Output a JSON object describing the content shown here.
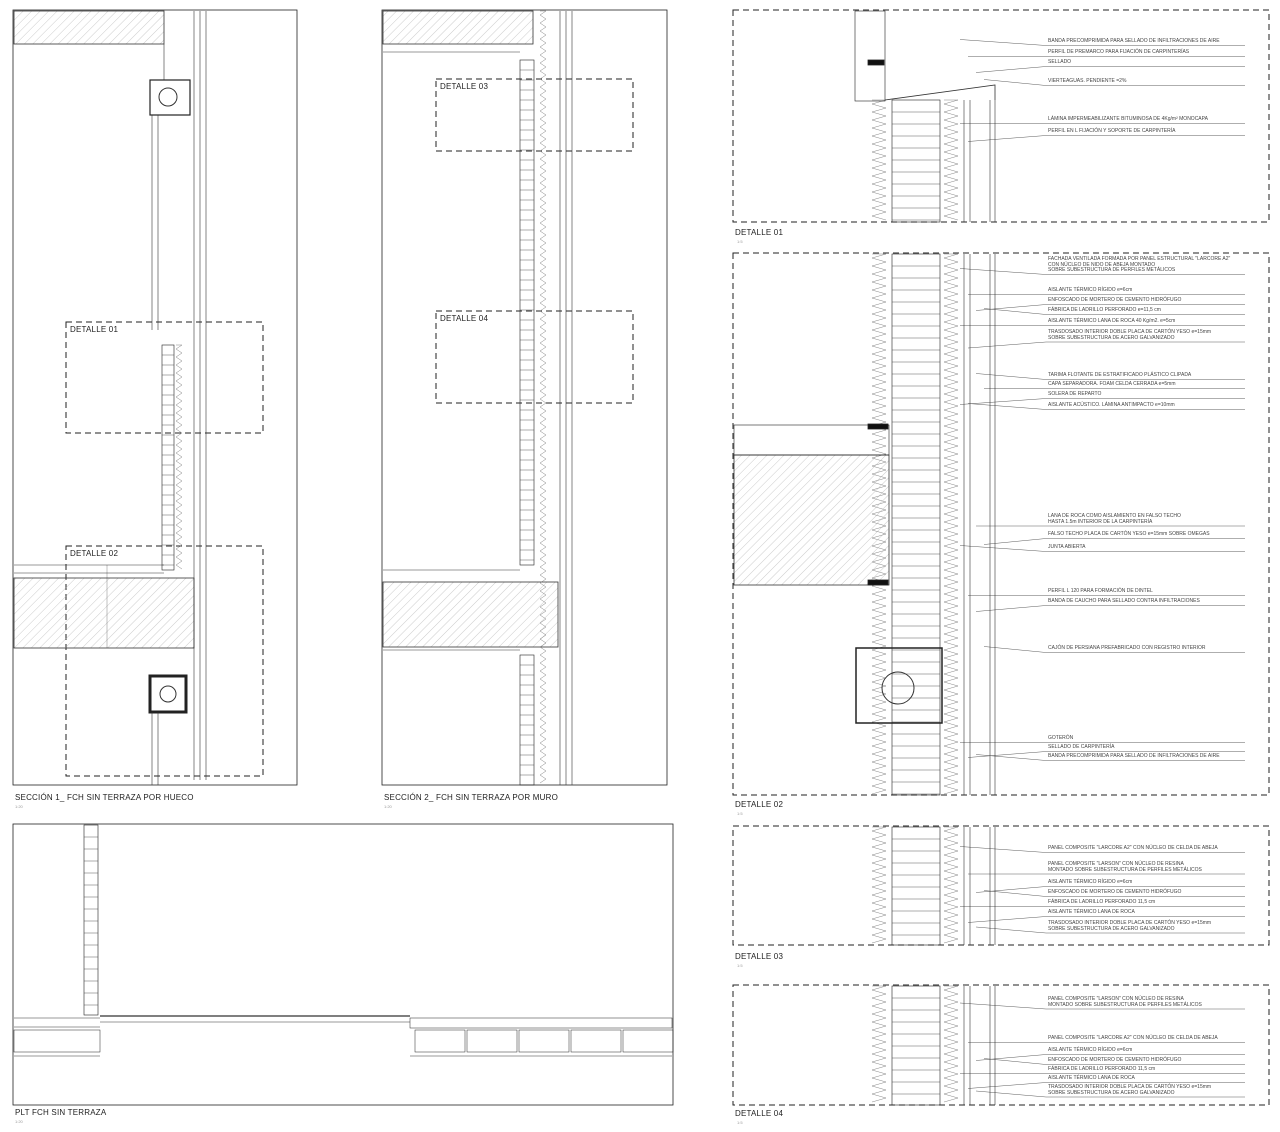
{
  "sheets": {
    "section1": {
      "title": "SECCIÓN 1_ FCH SIN TERRAZA POR HUECO",
      "scale": "1:20",
      "callouts": [
        "DETALLE 01",
        "DETALLE 02"
      ]
    },
    "section2": {
      "title": "SECCIÓN 2_ FCH SIN TERRAZA POR MURO",
      "scale": "1:20",
      "callouts": [
        "DETALLE 03",
        "DETALLE 04"
      ]
    },
    "plan": {
      "title": "PLT FCH SIN TERRAZA",
      "scale": "1:20"
    }
  },
  "details": [
    {
      "title": "DETALLE 01",
      "scale": "1:5",
      "notes": [
        "BANDA PRECOMPRIMIDA PARA SELLADO DE INFILTRACIONES DE AIRE",
        "PERFIL DE PREMARCO PARA FIJACIÓN DE CARPINTERÍAS",
        "SELLADO",
        "VIERTEAGUAS. PENDIENTE =2%",
        "LÁMINA IMPERMEABILIZANTE BITUMINOSA DE 4Kg/m² MONOCAPA",
        "PERFIL EN L FIJACIÓN Y SOPORTE DE CARPINTERÍA"
      ]
    },
    {
      "title": "DETALLE 02",
      "scale": "1:5",
      "notes": [
        "FACHADA VENTILADA FORMADA POR PANEL ESTRUCTURAL \"LARCORE A2\"\nCON NÚCLEO DE NIDO DE ABEJA MONTADO\nSOBRE SUBESTRUCTURA DE PERFILES METÁLICOS",
        "AISLANTE TÉRMICO RÍGIDO e=6cm",
        "ENFOSCADO DE MORTERO DE CEMENTO HIDRÓFUGO",
        "FÁBRICA DE LADRILLO PERFORADO e=11,5 cm",
        "AISLANTE TÉRMICO LANA DE ROCA 40 Kg/m2. e=5cm",
        "TRASDOSADO INTERIOR DOBLE PLACA DE CARTÓN YESO e=15mm\nSOBRE SUBESTRUCTURA DE ACERO GALVANIZADO",
        "TARIMA FLOTANTE DE ESTRATIFICADO PLÁSTICO CLIPADA",
        "CAPA SEPARADORA. FOAM CELDA CERRADA e=5mm",
        "SOLERA DE REPARTO",
        "AISLANTE ACÚSTICO. LÁMINA ANTIMPACTO e=10mm",
        "LANA DE ROCA COMO AISLAMIENTO EN FALSO TECHO\nHASTA 1.5m INTERIOR DE LA CARPINTERÍA",
        "FALSO TECHO PLACA DE CARTÓN YESO e=15mm SOBRE OMEGAS",
        "JUNTA ABIERTA",
        "PERFIL L 120 PARA FORMACIÓN DE DINTEL",
        "BANDA DE CAUCHO PARA SELLADO CONTRA INFILTRACIONES",
        "CAJÓN DE PERSIANA PREFABRICADO CON REGISTRO INTERIOR",
        "GOTERÓN",
        "SELLADO DE CARPINTERÍA",
        "BANDA PRECOMPRIMIDA PARA SELLADO DE INFILTRACIONES DE AIRE"
      ]
    },
    {
      "title": "DETALLE 03",
      "scale": "1:5",
      "notes": [
        "PANEL COMPOSITE \"LARCORE A2\" CON NÚCLEO DE CELDA DE ABEJA",
        "PANEL COMPOSITE \"LARSON\" CON NÚCLEO DE RESINA\nMONTADO SOBRE SUBESTRUCTURA DE PERFILES METÁLICOS",
        "AISLANTE TÉRMICO RÍGIDO e=6cm",
        "ENFOSCADO DE MORTERO DE CEMENTO HIDRÓFUGO",
        "FÁBRICA DE LADRILLO PERFORADO 11,5 cm",
        "AISLANTE TÉRMICO LANA DE ROCA",
        "TRASDOSADO INTERIOR DOBLE PLACA DE CARTÓN YESO e=15mm\nSOBRE SUBESTRUCTURA DE ACERO GALVANIZADO"
      ]
    },
    {
      "title": "DETALLE 04",
      "scale": "1:5",
      "notes": [
        "PANEL COMPOSITE \"LARSON\" CON NÚCLEO DE RESINA\nMONTADO SOBRE SUBESTRUCTURA DE PERFILES METÁLICOS",
        "PANEL COMPOSITE \"LARCORE A2\" CON NÚCLEO DE CELDA DE ABEJA",
        "AISLANTE TÉRMICO RÍGIDO e=6cm",
        "ENFOSCADO DE MORTERO DE CEMENTO HIDRÓFUGO",
        "FÁBRICA DE LADRILLO PERFORADO 11,5 cm",
        "AISLANTE TÉRMICO LANA DE ROCA",
        "TRASDOSADO INTERIOR DOBLE PLACA DE CARTÓN YESO e=15mm\nSOBRE SUBESTRUCTURA DE ACERO GALVANIZADO"
      ]
    }
  ]
}
